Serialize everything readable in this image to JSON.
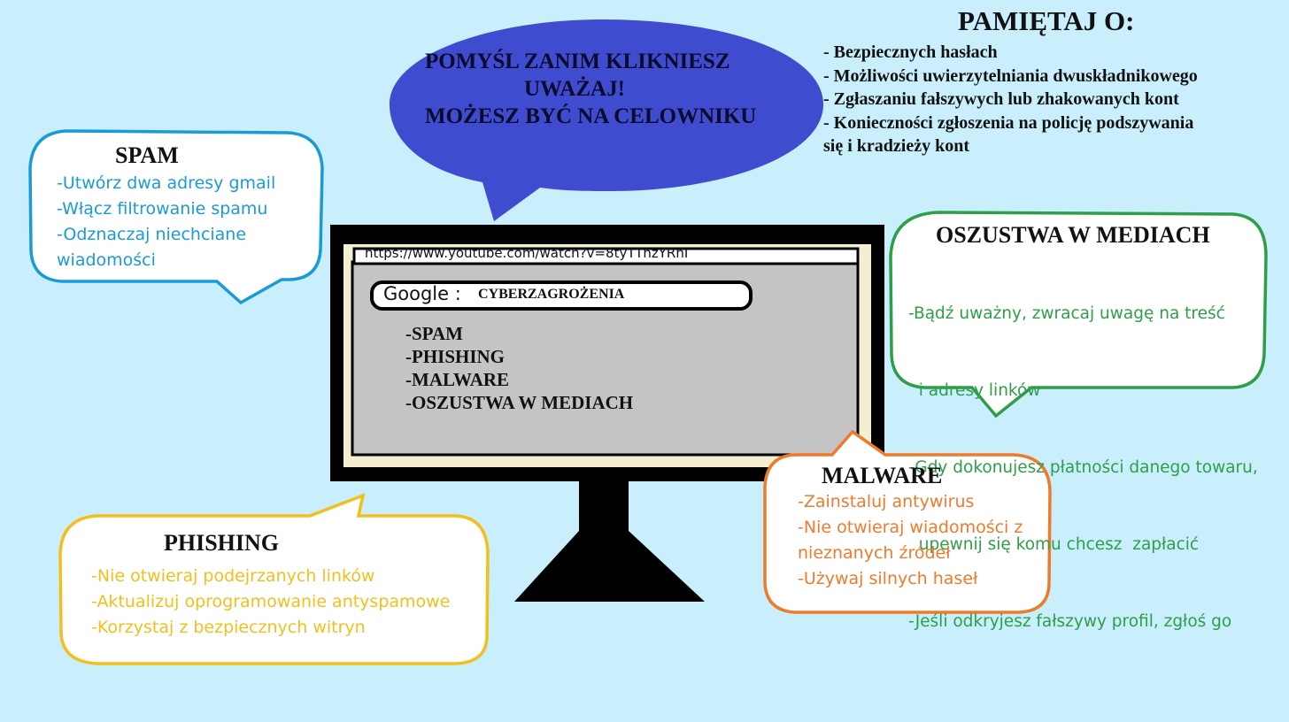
{
  "bubble": {
    "lines": [
      "POMYŚL ZANIM KLIKNIESZ",
      "UWAŻAJ!",
      "MOŻESZ BYĆ NA CELOWNIKU"
    ]
  },
  "remember": {
    "title": "PAMIĘTAJ O:",
    "items": [
      "- Bezpiecznych hasłach",
      "- Możliwości uwierzytelniania dwuskładnikowego",
      "- Zgłaszaniu fałszywych lub zhakowanych kont",
      "- Konieczności zgłoszenia na policję podszywania",
      "się i kradzieży kont"
    ]
  },
  "spam": {
    "title": "SPAM",
    "items": [
      "-Utwórz dwa adresy gmail",
      "-Włącz filtrowanie spamu",
      "-Odznaczaj niechciane",
      "wiadomości"
    ]
  },
  "social": {
    "title": "OSZUSTWA W MEDIACH",
    "items": [
      "-Bądź uważny, zwracaj uwagę na treść",
      "  i adresy linków",
      "-Gdy dokonujesz płatności danego towaru,",
      "  upewnij się komu chcesz  zapłacić",
      "-Jeśli odkryjesz fałszywy profil, zgłoś go"
    ]
  },
  "phishing": {
    "title": "PHISHING",
    "items": [
      "-Nie otwieraj podejrzanych linków",
      "-Aktualizuj oprogramowanie antyspamowe",
      "-Korzystaj z bezpiecznych witryn"
    ]
  },
  "malware": {
    "title": "MALWARE",
    "items": [
      "-Zainstaluj antywirus",
      "-Nie otwieraj wiadomości z",
      "nieznanych źródeł",
      "-Używaj silnych haseł"
    ]
  },
  "screen": {
    "url": "https://www.youtube.com/watch?v=8tyTTnzYRhI",
    "search_label": "Google :",
    "search_query": "CYBERZAGROŻENIA",
    "items": [
      "-SPAM",
      "-PHISHING",
      "-MALWARE",
      "-OSZUSTWA W MEDIACH"
    ]
  },
  "colors": {
    "background": "#c9eefc",
    "bubble": "#3f4ccf",
    "spam": "#1a9bd7",
    "social": "#2f9e49",
    "phishing": "#f2bf1e",
    "malware": "#ee7b2c"
  }
}
